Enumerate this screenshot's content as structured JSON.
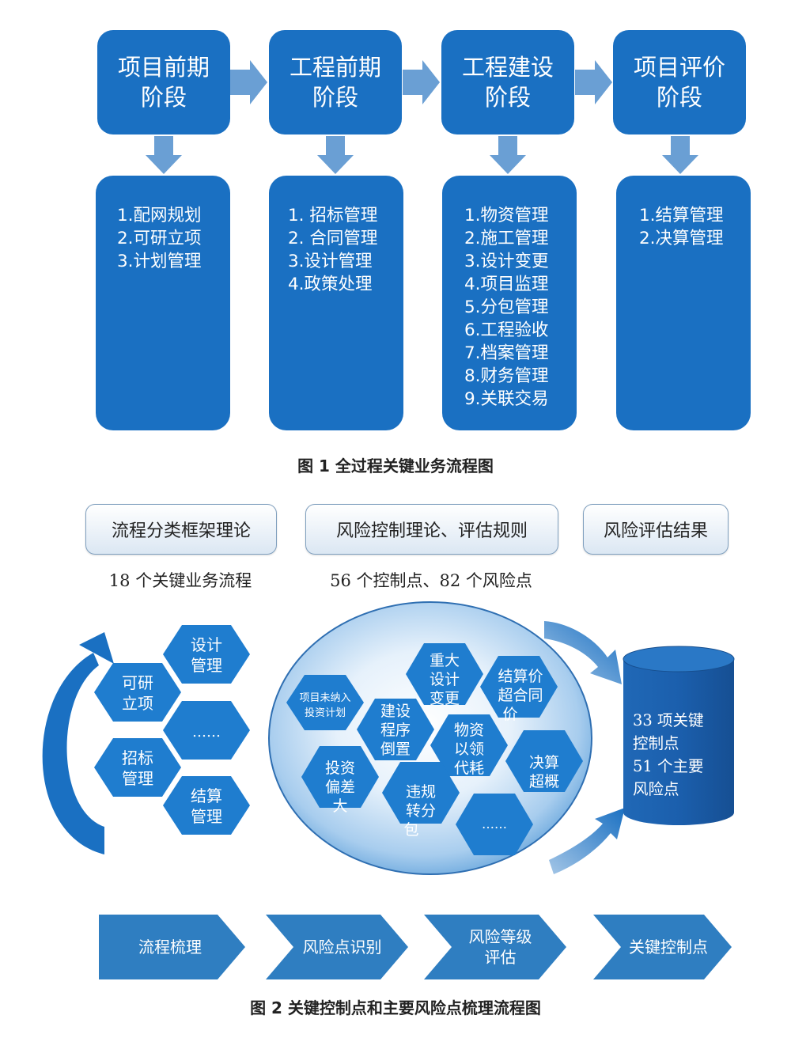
{
  "figure1": {
    "stages": [
      {
        "title_line1": "项目前期",
        "title_line2": "阶段",
        "items": [
          "1.配网规划",
          "2.可研立项",
          "3.计划管理"
        ]
      },
      {
        "title_line1": "工程前期",
        "title_line2": "阶段",
        "items": [
          "1. 招标管理",
          "2. 合同管理",
          "3.设计管理",
          "4.政策处理"
        ]
      },
      {
        "title_line1": "工程建设",
        "title_line2": "阶段",
        "items": [
          "1.物资管理",
          "2.施工管理",
          "3.设计变更",
          "4.项目监理",
          "5.分包管理",
          "6.工程验收",
          "7.档案管理",
          "8.财务管理",
          "9.关联交易"
        ]
      },
      {
        "title_line1": "项目评价",
        "title_line2": "阶段",
        "items": [
          "1.结算管理",
          "2.决算管理"
        ]
      }
    ],
    "caption": "图 1  全过程关键业务流程图"
  },
  "figure2": {
    "top_boxes": [
      "流程分类框架理论",
      "风险控制理论、评估规则",
      "风险评估结果"
    ],
    "sub_labels": [
      "18 个关键业务流程",
      "56 个控制点、82 个风险点"
    ],
    "left_hexes": {
      "design": [
        "设计",
        "管理"
      ],
      "feasibility": [
        "可研",
        "立项"
      ],
      "ellipsis": "……",
      "bidding": [
        "招标",
        "管理"
      ],
      "settlement": [
        "结算",
        "管理"
      ]
    },
    "risk_hexes": {
      "not_in_plan": [
        "项目未纳入",
        "投资计划"
      ],
      "major_design_change": [
        "重大",
        "设计",
        "变更"
      ],
      "settlement_over_contract": [
        "结算价",
        "超合同",
        "价"
      ],
      "construction_sequence": [
        "建设",
        "程序",
        "倒置"
      ],
      "material_substitution": [
        "物资",
        "以领",
        "代耗"
      ],
      "final_over_budget": [
        "决算",
        "超概"
      ],
      "investment_deviation": [
        "投资",
        "偏差",
        "大"
      ],
      "illegal_subcontract": [
        "违规",
        "转分",
        "包"
      ],
      "ellipsis": "……"
    },
    "result": {
      "line1": "33 项关键",
      "line2": "控制点",
      "line3": "51 个主要",
      "line4": "风险点"
    },
    "steps": [
      {
        "line1": "流程梳理",
        "line2": ""
      },
      {
        "line1": "风险点识别",
        "line2": ""
      },
      {
        "line1": "风险等级",
        "line2": "评估"
      },
      {
        "line1": "关键控制点",
        "line2": ""
      }
    ],
    "caption": "图 2  关键控制点和主要风险点梳理流程图"
  },
  "colors": {
    "primary_blue": "#1a70c2",
    "arrow_blue": "#6a9fd4",
    "hex_blue": "#1f7dcf",
    "step_blue": "#2f7ec1",
    "db_blue": "#1b5fad"
  }
}
